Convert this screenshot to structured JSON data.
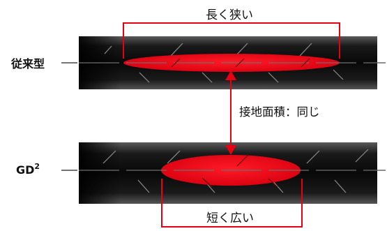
{
  "labels": {
    "conventional": "従来型",
    "gd_base": "GD",
    "gd_sup": "2",
    "top_dim": "長く狭い",
    "middle": "接地面積：同じ",
    "bottom_dim": "短く広い"
  },
  "colors": {
    "accent": "#e60012",
    "tire_dark": "#0c0c0c",
    "tire_mid": "#3a3a3a",
    "tread_line": "#9a9a9a",
    "text": "#111111"
  }
}
